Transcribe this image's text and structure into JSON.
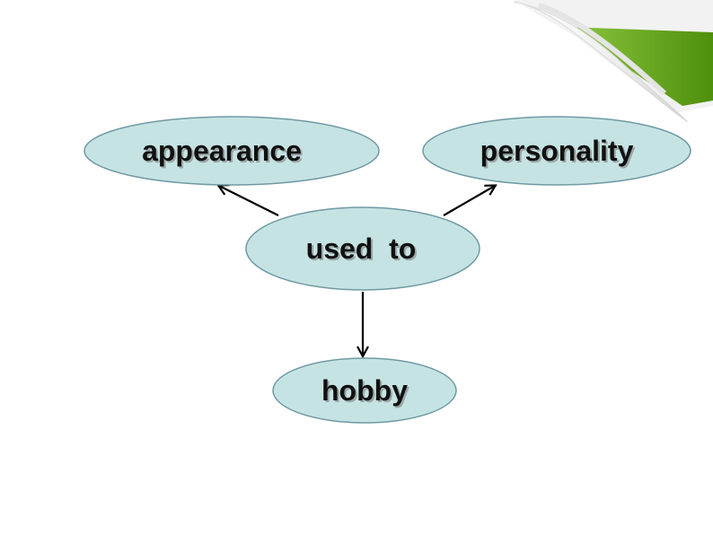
{
  "colors": {
    "node_fill": "#c6e3e3",
    "node_stroke": "#6f9aa3",
    "arrow": "#000000",
    "corner_green": "#5c9f0f",
    "corner_green_light": "#8cc63f"
  },
  "diagram": {
    "nodes": [
      {
        "id": "center",
        "label": "used  to"
      },
      {
        "id": "appearance",
        "label": "appearance"
      },
      {
        "id": "personality",
        "label": "personality"
      },
      {
        "id": "hobby",
        "label": "hobby"
      }
    ],
    "edges": [
      {
        "from": "center",
        "to": "appearance"
      },
      {
        "from": "center",
        "to": "personality"
      },
      {
        "from": "center",
        "to": "hobby"
      }
    ]
  }
}
